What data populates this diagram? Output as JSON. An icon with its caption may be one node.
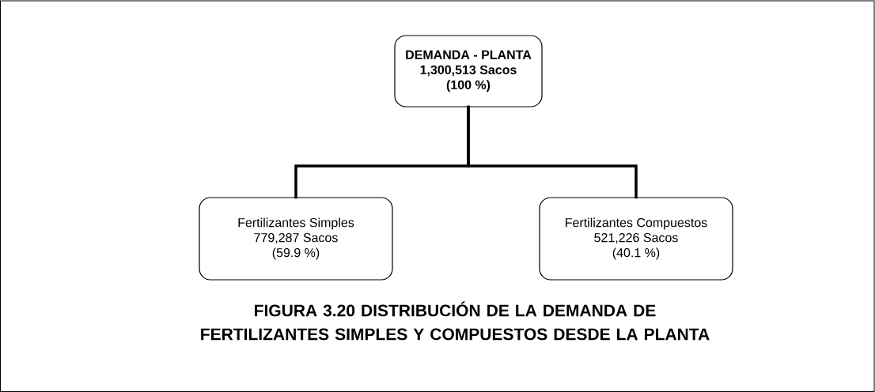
{
  "diagram": {
    "caption": "FIGURA 3.20  DISTRIBUCIÓN DE LA DEMANDA DE FERTILIZANTES SIMPLES Y COMPUESTOS DESDE LA PLANTA",
    "nodes": [
      {
        "text": [
          "DEMANDA - PLANTA",
          "1,300,513 Sacos",
          "(100 %)"
        ]
      },
      {
        "text": [
          "Fertilizantes Simples",
          "779,287 Sacos",
          "(59.9 %)"
        ]
      },
      {
        "text": [
          "Fertilizantes Compuestos",
          "521,226 Sacos",
          "(40.1 %)"
        ]
      }
    ],
    "edges": [
      {
        "from": 0,
        "to": 1,
        "arrow": "none"
      },
      {
        "from": 0,
        "to": 2,
        "arrow": "none"
      }
    ]
  }
}
